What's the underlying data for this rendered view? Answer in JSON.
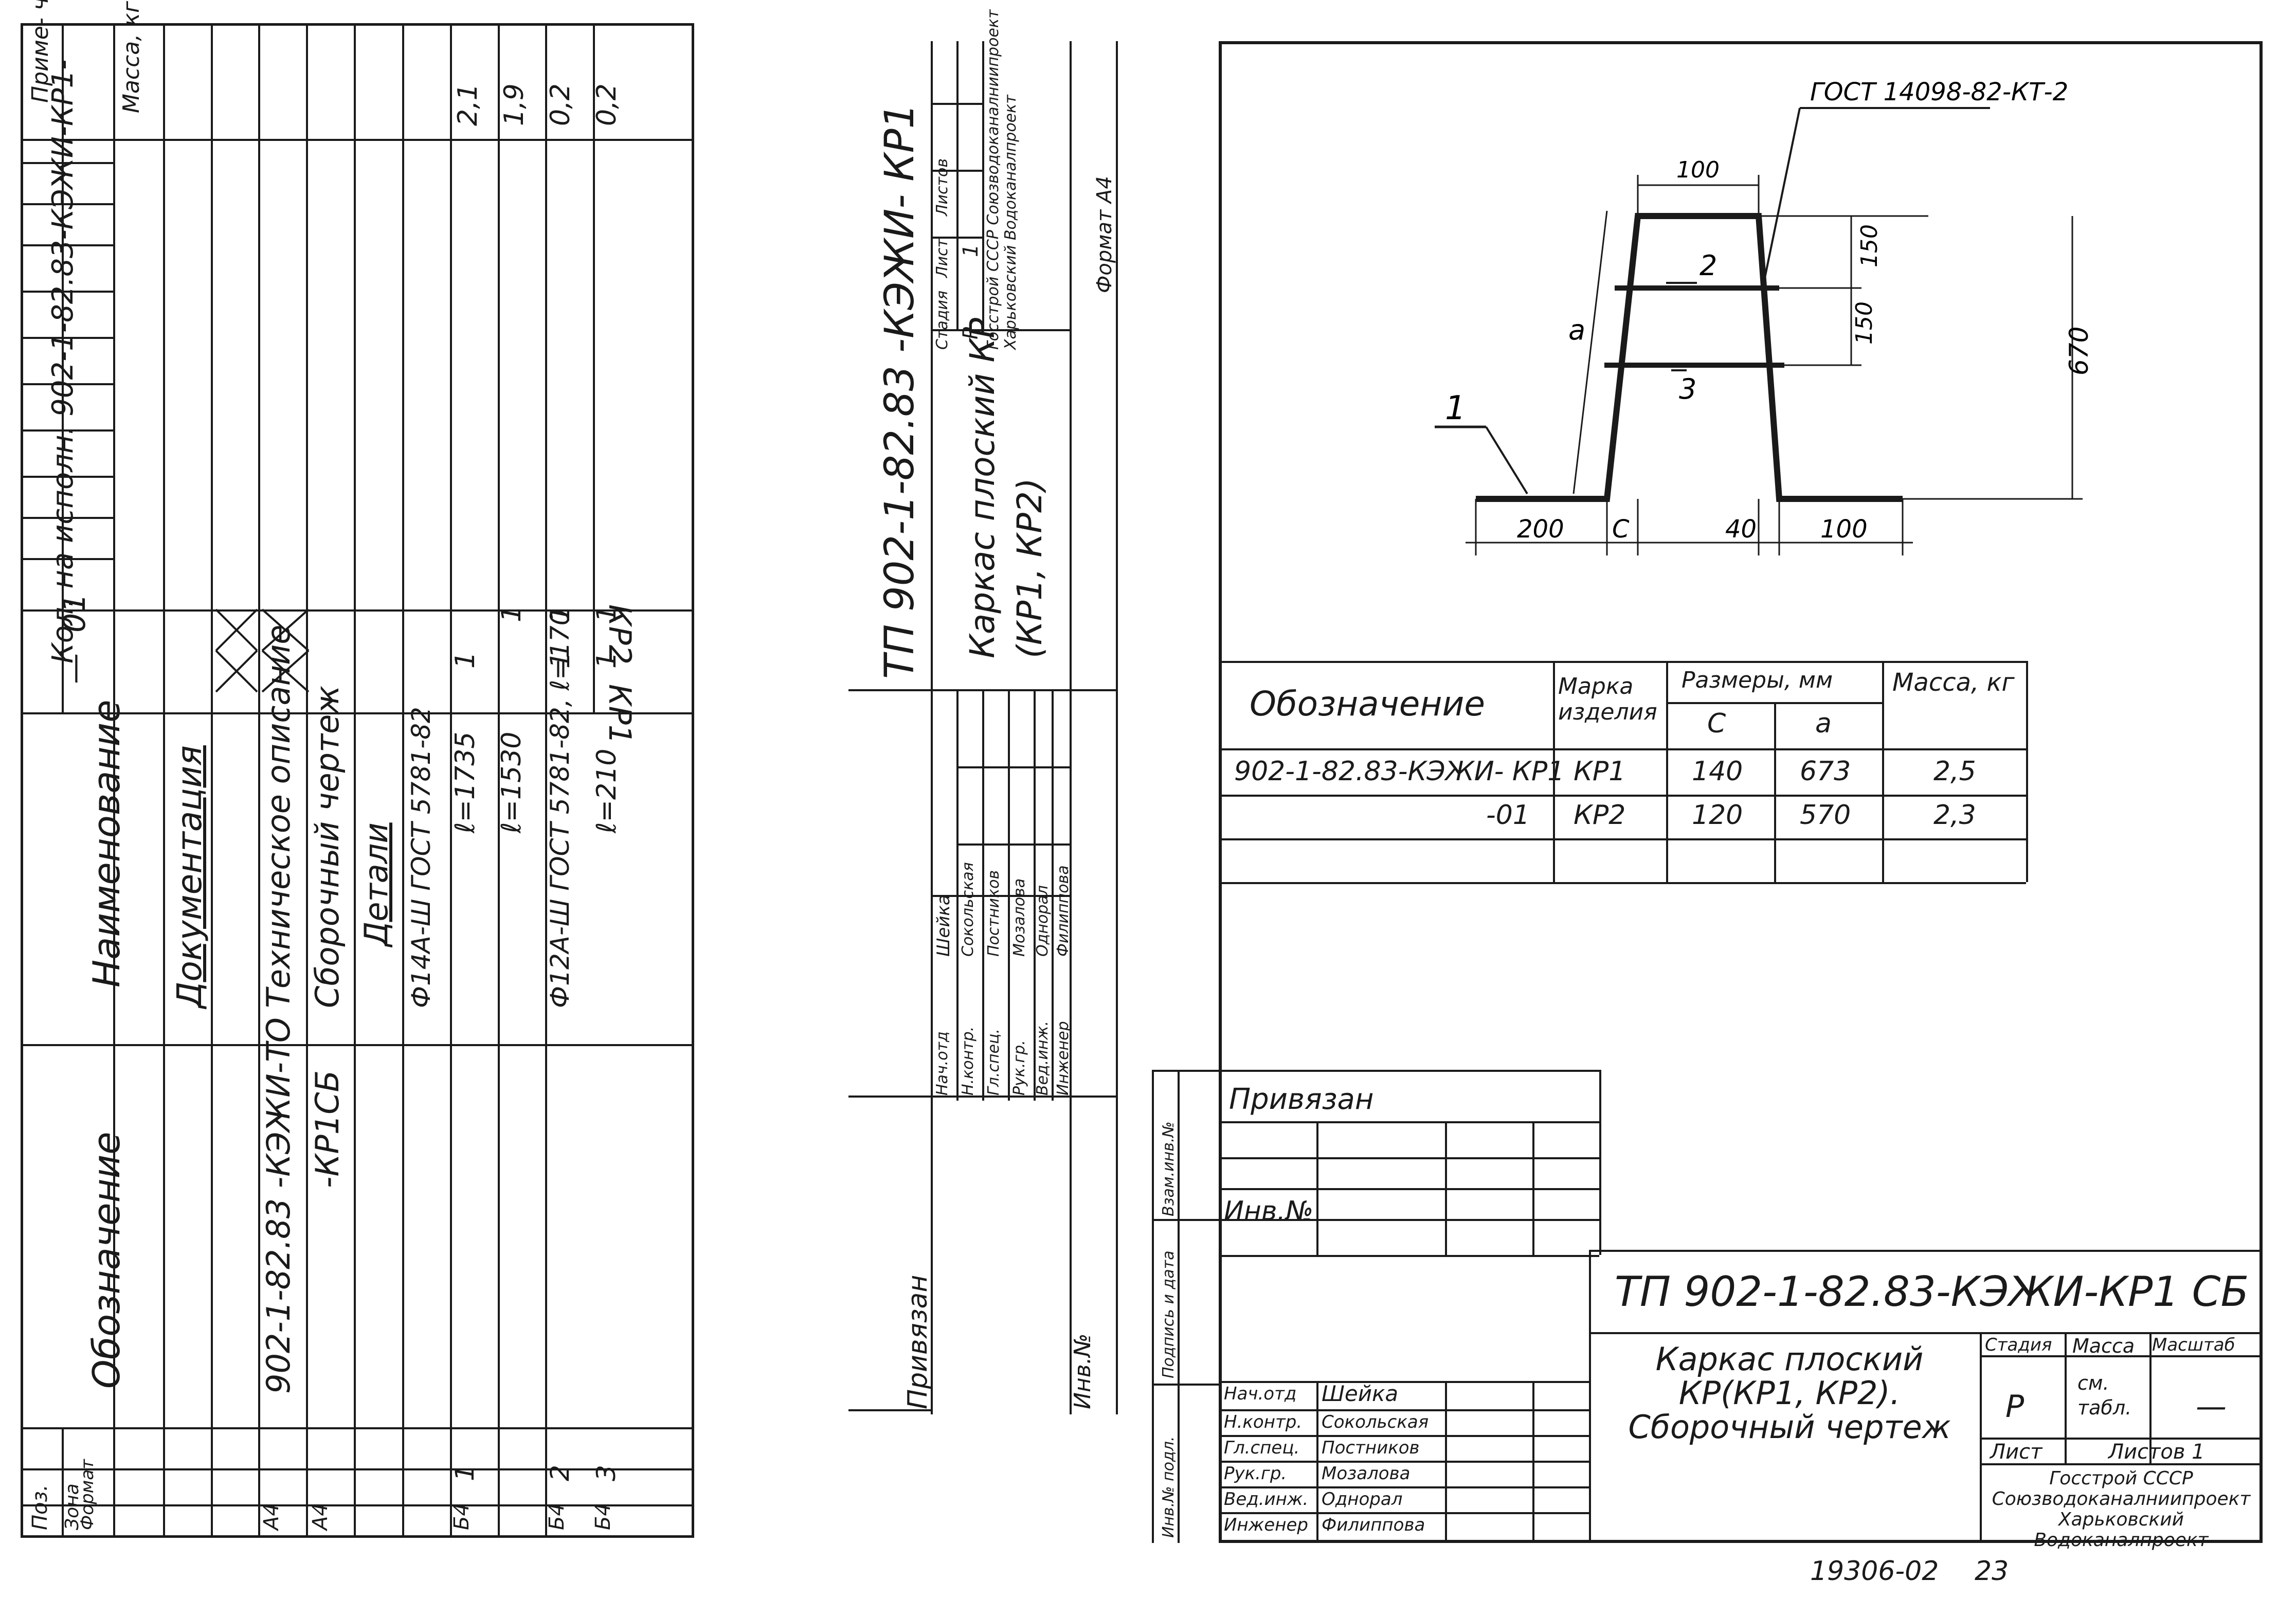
{
  "spec": {
    "columns": {
      "designation": "Обозначение",
      "name": "Наименование",
      "qty": "Кол. на исполн. 902-1-82.83-КЭЖИ-КР1-",
      "note": "Приме-\nчание",
      "mass": "Масса, кг",
      "format": "Формат",
      "zone": "Зона",
      "pos": "Поз."
    },
    "exec_codes": [
      "—",
      "01"
    ],
    "exec_labels": [
      "КР1",
      "КР2"
    ],
    "rows": [
      {
        "format": "",
        "designation": "",
        "name": "Документация",
        "q1": "",
        "q2": "",
        "mass": ""
      },
      {
        "format": "А4",
        "designation": "902-1-82.83 -КЭЖИ-ТО",
        "name": "Техническое описание",
        "q1": "X",
        "q2": "X",
        "mass": ""
      },
      {
        "format": "А4",
        "designation": "-КР1СБ",
        "name": "Сборочный чертеж",
        "q1": "X",
        "q2": "X",
        "mass": ""
      },
      {
        "format": "",
        "designation": "",
        "name": "Детали",
        "q1": "",
        "q2": "",
        "mass": ""
      },
      {
        "format": "",
        "designation": "",
        "name": "Ф14А-Ш ГОСТ 5781-82",
        "q1": "",
        "q2": "",
        "mass": ""
      },
      {
        "format": "Б4",
        "pos": "1",
        "designation": "",
        "name": "ℓ=1735",
        "q1": "1",
        "q2": "",
        "mass": "2,1"
      },
      {
        "format": "",
        "pos": "",
        "designation": "",
        "name": "ℓ=1530",
        "q1": "",
        "q2": "1",
        "mass": "1,9"
      },
      {
        "format": "Б4",
        "pos": "2",
        "designation": "",
        "name": "Ф12А-Ш ГОСТ 5781-82, ℓ=170",
        "q1": "1",
        "q2": "1",
        "mass": "0,2"
      },
      {
        "format": "Б4",
        "pos": "3",
        "designation": "",
        "name": "ℓ=210",
        "q1": "1",
        "q2": "1",
        "mass": "0,2"
      }
    ]
  },
  "middle": {
    "title_code": "ТП 902-1-82.83 -КЭЖИ- КР1",
    "title_name": "Каркас плоский КР (КР1, КР2)",
    "stage_label": "Стадия",
    "sheet_label": "Лист",
    "sheets_label": "Листов",
    "stage": "Р",
    "sheet": "1",
    "org1": "Госстрой СССР Союзводоканалниипроект",
    "org2": "Харьковский Водоканалпроект",
    "format": "Формат А4",
    "bound_label": "Привязан",
    "inv_label": "Инв.№",
    "roles": [
      "Нач.отд",
      "Н.контр.",
      "Гл.спец.",
      "Рук.гр.",
      "Вед.инж.",
      "Инженер"
    ],
    "names": [
      "Шейка",
      "Сокольская",
      "Постников",
      "Мозалова",
      "Однорал",
      "Филиппова"
    ]
  },
  "drawing": {
    "gost_label": "ГОСТ 14098-82-КТ-2",
    "dims": {
      "top": "100",
      "h1": "150",
      "h2": "150",
      "total": "670",
      "left": "200",
      "c": "С",
      "gap": "40",
      "right": "100",
      "a": "а"
    },
    "positions": [
      "1",
      "2",
      "3"
    ]
  },
  "table": {
    "headers": {
      "designation": "Обозначение",
      "mark": "Марка изделия",
      "sizes": "Размеры, мм",
      "c": "С",
      "a": "а",
      "mass": "Масса, кг"
    },
    "rows": [
      {
        "designation": "902-1-82.83-КЭЖИ- КР1",
        "mark": "КР1",
        "c": "140",
        "a": "673",
        "mass": "2,5"
      },
      {
        "designation": "-01",
        "mark": "КР2",
        "c": "120",
        "a": "570",
        "mass": "2,3"
      }
    ]
  },
  "stamp": {
    "bound_label": "Привязан",
    "inv_label": "Инв.№",
    "side_labels": [
      "Взам.инв.№",
      "Подпись и дата",
      "Инв.№ подл."
    ],
    "code": "ТП 902-1-82.83-КЭЖИ-КР1 СБ",
    "title": "Каркас плоский КР(КР1, КР2). Сборочный чертеж",
    "stage_label": "Стадия",
    "mass_label": "Масса",
    "scale_label": "Масштаб",
    "stage": "Р",
    "mass": "см. табл.",
    "scale": "—",
    "sheet_label": "Лист",
    "sheets_label": "Листов 1",
    "org": "Госстрой СССР Союзводоканалниипроект Харьковский Водоканалпроект",
    "roles": [
      "Нач.отд",
      "Н.контр.",
      "Гл.спец.",
      "Рук.гр.",
      "Вед.инж.",
      "Инженер"
    ],
    "names": [
      "Шейка",
      "Сокольская",
      "Постников",
      "Мозалова",
      "Однорал",
      "Филиппова"
    ]
  },
  "footer": {
    "code": "19306-02",
    "page": "23"
  }
}
